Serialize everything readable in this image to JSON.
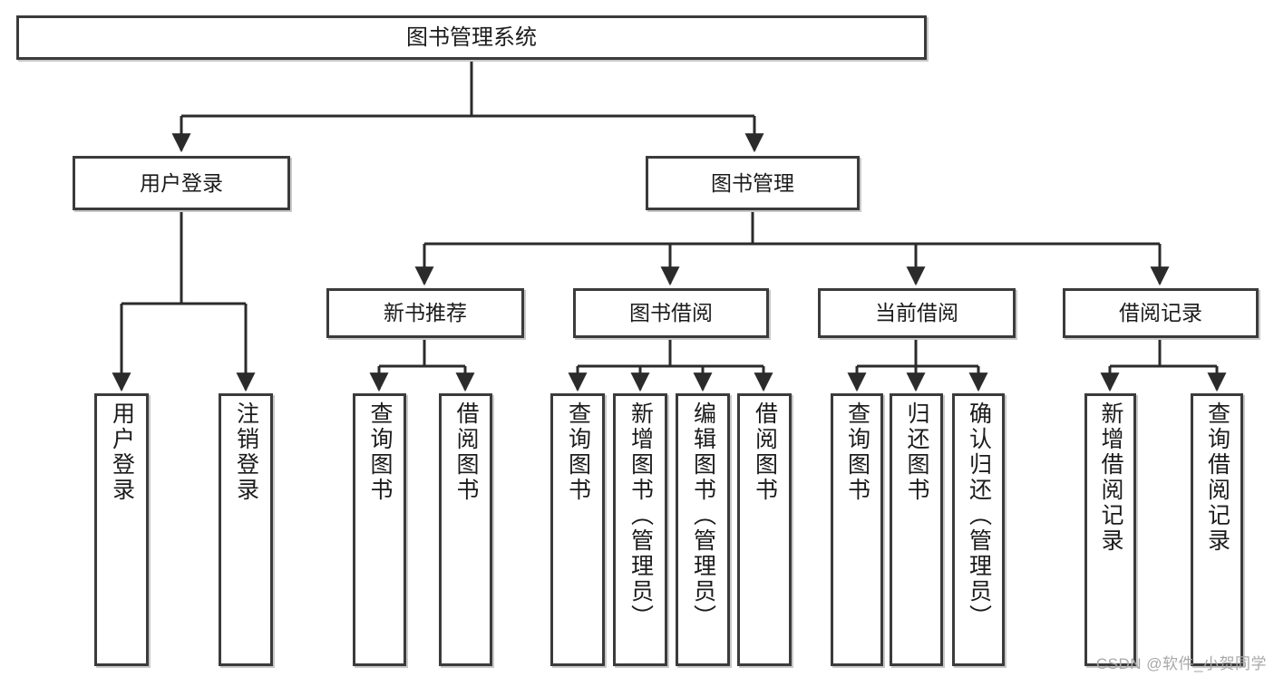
{
  "diagram": {
    "title": "图书管理系统",
    "type": "tree",
    "watermark": "CSDN @软件_小贺同学",
    "colors": {
      "background": "#ffffff",
      "box_fill": "#ffffff",
      "box_border": "#3b3b3b",
      "connector": "#2b2b2b",
      "shadow": "#c9c9c9",
      "watermark": "#a8a8a8"
    },
    "nodes": {
      "root": {
        "label": "图书管理系统"
      },
      "level2": [
        {
          "label": "用户登录"
        },
        {
          "label": "图书管理"
        }
      ],
      "level3": [
        {
          "label": "新书推荐"
        },
        {
          "label": "图书借阅"
        },
        {
          "label": "当前借阅"
        },
        {
          "label": "借阅记录"
        }
      ],
      "leaves": {
        "user_login": [
          {
            "label": "用户登录"
          },
          {
            "label": "注销登录"
          }
        ],
        "new_book_recommend": [
          {
            "label": "查询图书"
          },
          {
            "label": "借阅图书"
          }
        ],
        "book_borrow": [
          {
            "label": "查询图书"
          },
          {
            "label": "新增图书（管理员）"
          },
          {
            "label": "编辑图书（管理员）"
          },
          {
            "label": "借阅图书"
          }
        ],
        "current_borrow": [
          {
            "label": "查询图书"
          },
          {
            "label": "归还图书"
          },
          {
            "label": "确认归还（管理员）"
          }
        ],
        "borrow_record": [
          {
            "label": "新增借阅记录"
          },
          {
            "label": "查询借阅记录"
          }
        ]
      }
    }
  }
}
